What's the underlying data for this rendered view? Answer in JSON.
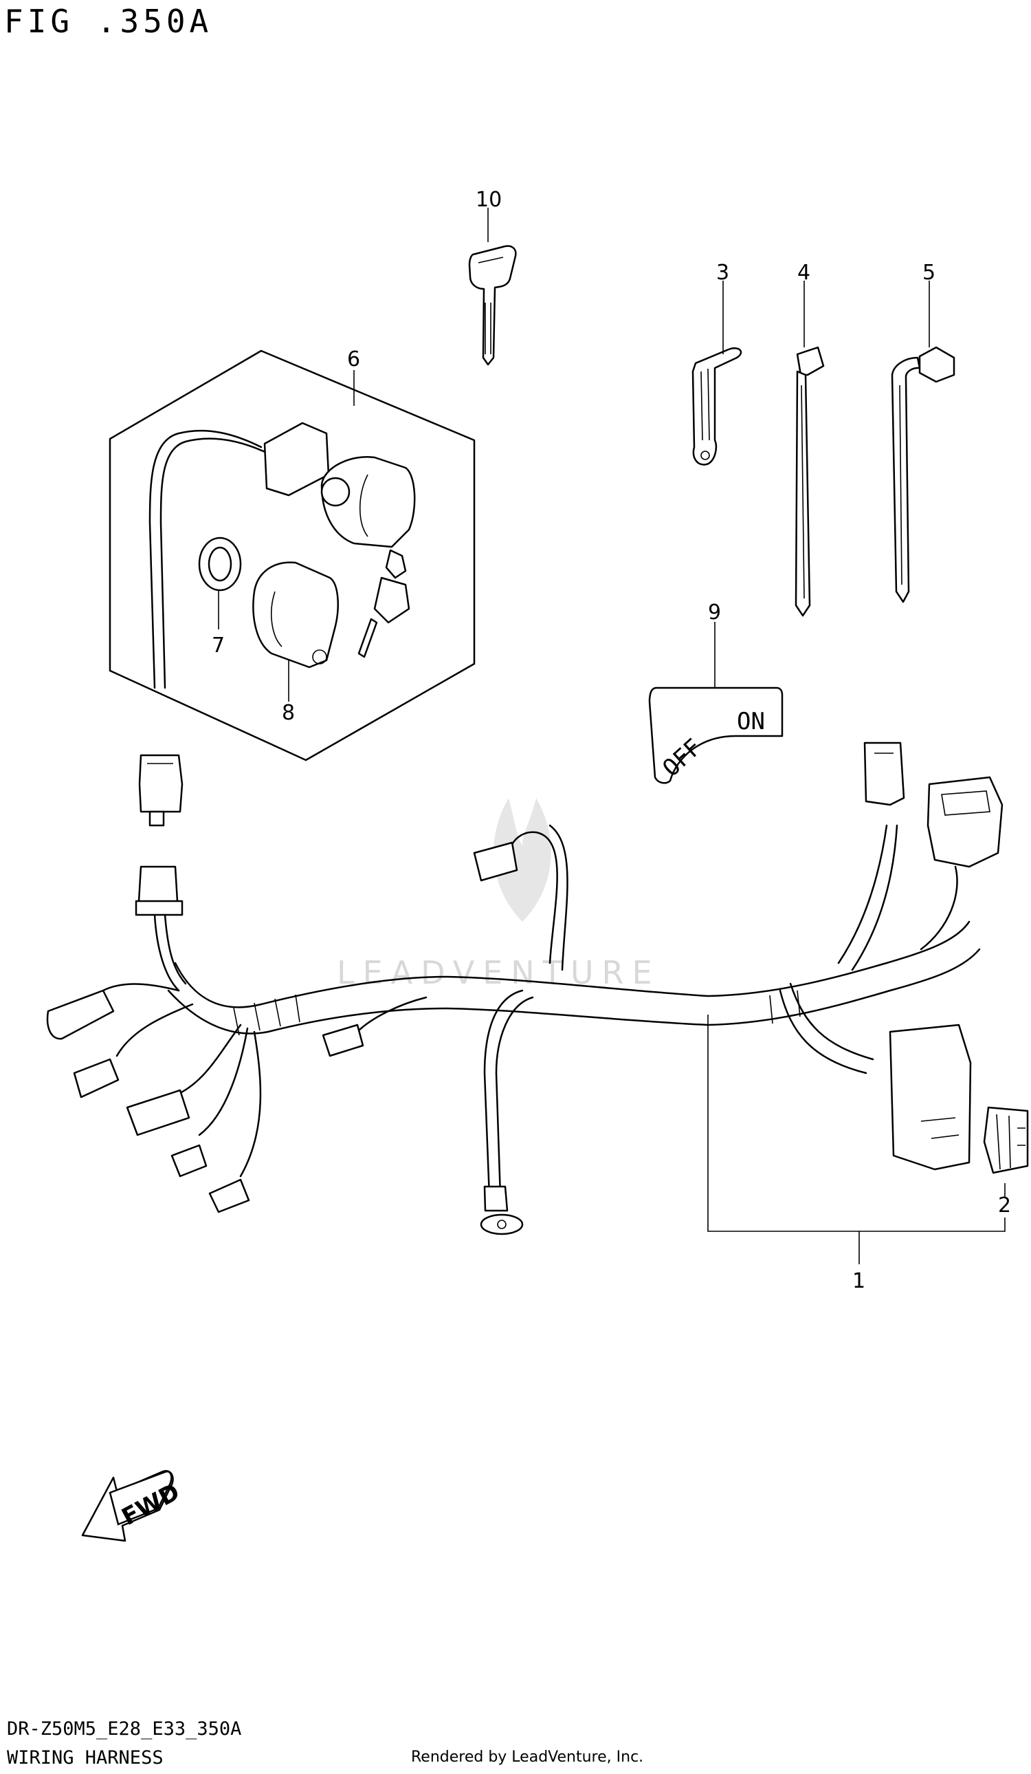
{
  "figure": {
    "title": "FIG .350A",
    "code": "DR-Z50M5_E28_E33_350A",
    "name": "WIRING HARNESS",
    "credit": "Rendered by LeadVenture, Inc."
  },
  "callouts": {
    "c1": "1",
    "c2": "2",
    "c3": "3",
    "c4": "4",
    "c5": "5",
    "c6": "6",
    "c7": "7",
    "c8": "8",
    "c9": "9",
    "c10": "10"
  },
  "plate": {
    "off": "OFF",
    "on": "ON"
  },
  "direction": {
    "fwd": "FWD"
  },
  "watermark": {
    "text": "LEADVENTURE"
  }
}
